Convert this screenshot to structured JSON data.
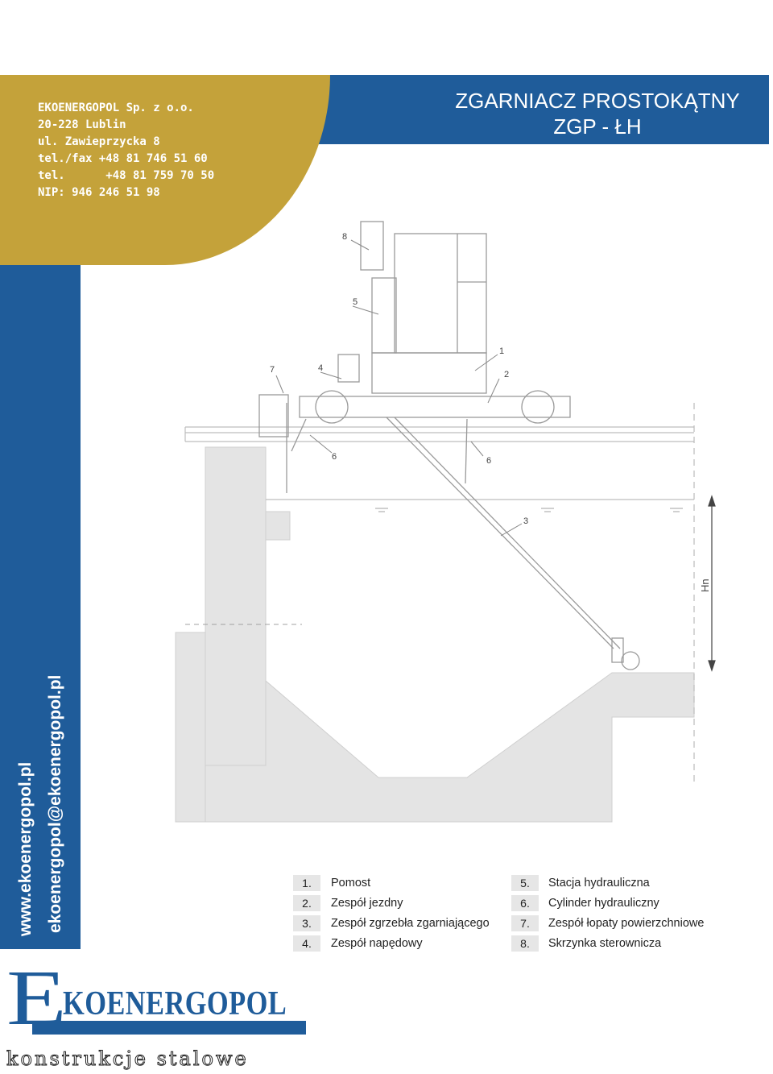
{
  "company": {
    "name": "EKOENERGOPOL Sp. z o.o.",
    "postal": "20-228 Lublin",
    "street": "ul. Zawieprzycka 8",
    "telfax": "tel./fax +48 81 746 51 60",
    "tel": "tel.      +48 81 759 70 50",
    "nip": "NIP: 946 246 51 98"
  },
  "title": {
    "line1": "ZGARNIACZ PROSTOKĄTNY",
    "line2": "ZGP - ŁH"
  },
  "side": {
    "website": "www.ekoenergopol.pl",
    "email": "ekoenergopol@ekoenergopol.pl"
  },
  "drawing": {
    "callouts": [
      "8",
      "5",
      "1",
      "2",
      "7",
      "4",
      "6",
      "6",
      "3"
    ],
    "dimension_label": "Hn"
  },
  "legend": [
    {
      "num": "1.",
      "text": "Pomost"
    },
    {
      "num": "2.",
      "text": "Zespół jezdny"
    },
    {
      "num": "3.",
      "text": "Zespół zgrzebła zgarniającego"
    },
    {
      "num": "4.",
      "text": "Zespół napędowy"
    },
    {
      "num": "5.",
      "text": "Stacja hydrauliczna"
    },
    {
      "num": "6.",
      "text": "Cylinder hydrauliczny"
    },
    {
      "num": "7.",
      "text": "Zespół łopaty powierzchniowe"
    },
    {
      "num": "8.",
      "text": "Skrzynka sterownicza"
    }
  ],
  "logo": {
    "initial": "E",
    "word": "KOENERGOPOL",
    "tagline": "konstrukcje stalowe"
  },
  "colors": {
    "brand_blue": "#1f5c9a",
    "gold": "#c4a23a",
    "concrete": "#e4e4e4"
  }
}
